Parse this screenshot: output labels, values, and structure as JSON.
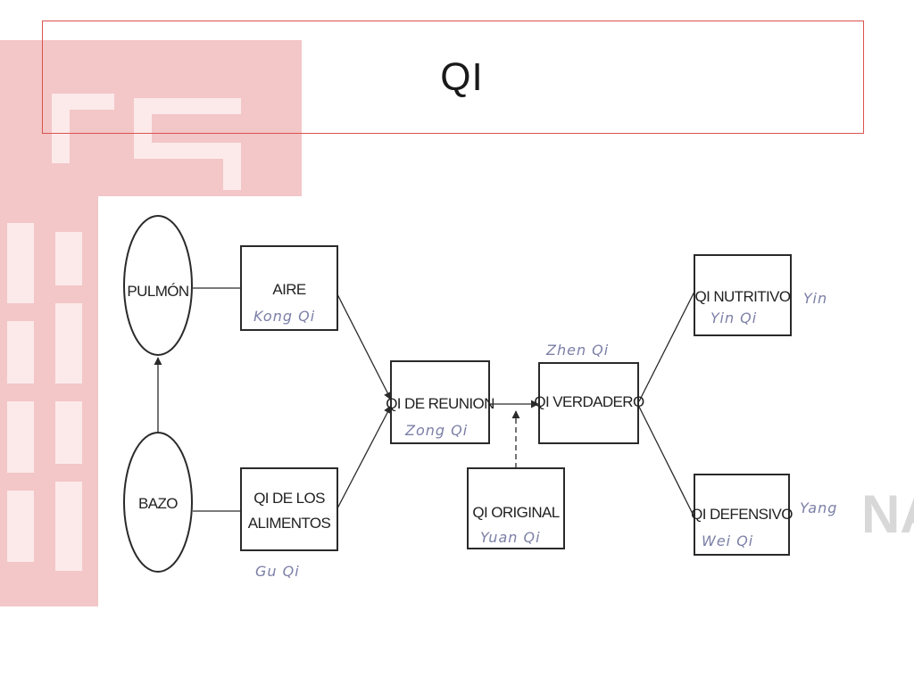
{
  "slide": {
    "title": "QI"
  },
  "watermark": {
    "color": "#e9a1a4",
    "right_text": "NA"
  },
  "diagram": {
    "nodes": {
      "pulmon": {
        "label": "PULMÓN"
      },
      "bazo": {
        "label": "BAZO"
      },
      "aire": {
        "label": "AIRE",
        "note": "Kong Qi"
      },
      "alimentos": {
        "label_line1": "QI DE LOS",
        "label_line2": "ALIMENTOS",
        "note": "Gu Qi"
      },
      "reunion": {
        "label": "QI DE REUNION",
        "note": "Zong Qi"
      },
      "original": {
        "label": "QI ORIGINAL",
        "note": "Yuan Qi"
      },
      "verdadero": {
        "label": "QI VERDADERO",
        "note": "Zhen Qi"
      },
      "nutritivo": {
        "label": "QI NUTRITIVO",
        "note": "Yin Qi",
        "side_note": "Yin"
      },
      "defensivo": {
        "label": "QI DEFENSIVO",
        "note": "Wei Qi",
        "side_note": "Yang"
      }
    },
    "colors": {
      "line": "#2a2a2a",
      "handwriting": "#7b7fa6",
      "title_border": "#d9534f"
    }
  }
}
